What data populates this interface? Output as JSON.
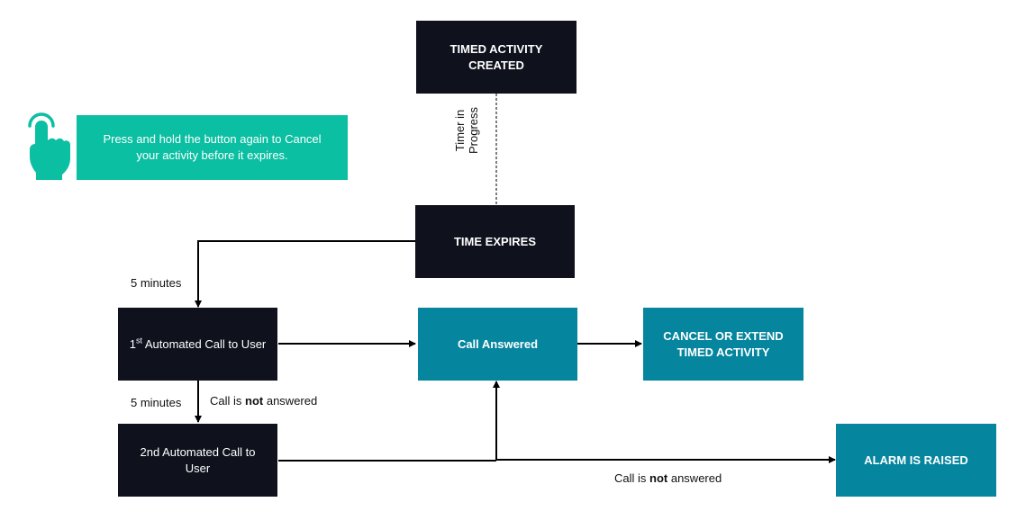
{
  "nodes": {
    "timed_activity_created": "TIMED ACTIVITY CREATED",
    "time_expires": "TIME EXPIRES",
    "first_call": {
      "prefix": "1",
      "superscript": "st",
      "text": " Automated Call to User"
    },
    "second_call": "2nd Automated Call to User",
    "call_answered": "Call Answered",
    "cancel_or_extend": "CANCEL OR EXTEND TIMED ACTIVITY",
    "alarm_raised": "ALARM IS RAISED"
  },
  "labels": {
    "timer_in_progress": "Timer in Progress",
    "five_minutes_1": "5 minutes",
    "five_minutes_2": "5 minutes",
    "not_answered_1": {
      "prefix": "Call is ",
      "emphasis": "not",
      "suffix": " answered"
    },
    "not_answered_2": {
      "prefix": "Call is ",
      "emphasis": "not",
      "suffix": " answered"
    }
  },
  "callout": {
    "text": "Press and hold the  button again to Cancel your activity before it expires.",
    "icon": "hand-pointer-icon"
  },
  "colors": {
    "dark_node": "#0f111c",
    "teal_node": "#05859e",
    "callout": "#0bbfa2",
    "hand_icon": "#0bbfa2"
  }
}
